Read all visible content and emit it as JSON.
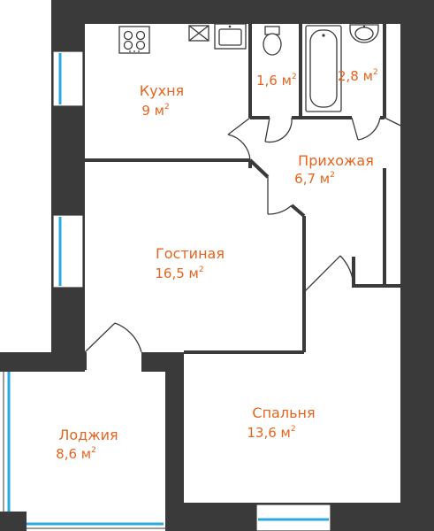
{
  "plan": {
    "rooms": [
      {
        "id": "kitchen",
        "name": "Кухня",
        "area": "9 м",
        "sup": "2"
      },
      {
        "id": "wc",
        "name": "",
        "area": "1,6 м",
        "sup": "2"
      },
      {
        "id": "bathroom",
        "name": "",
        "area": "2,8 м",
        "sup": "2"
      },
      {
        "id": "hallway",
        "name": "Прихожая",
        "area": "6,7 м",
        "sup": "2"
      },
      {
        "id": "living",
        "name": "Гостиная",
        "area": "16,5 м",
        "sup": "2"
      },
      {
        "id": "loggia",
        "name": "Лоджия",
        "area": "8,6 м",
        "sup": "2"
      },
      {
        "id": "bedroom",
        "name": "Спальня",
        "area": "13,6 м",
        "sup": "2"
      }
    ],
    "colors": {
      "wall": "#3a3a3a",
      "label": "#e8641e",
      "glass": "#29a9e0",
      "background": "#ffffff"
    }
  }
}
